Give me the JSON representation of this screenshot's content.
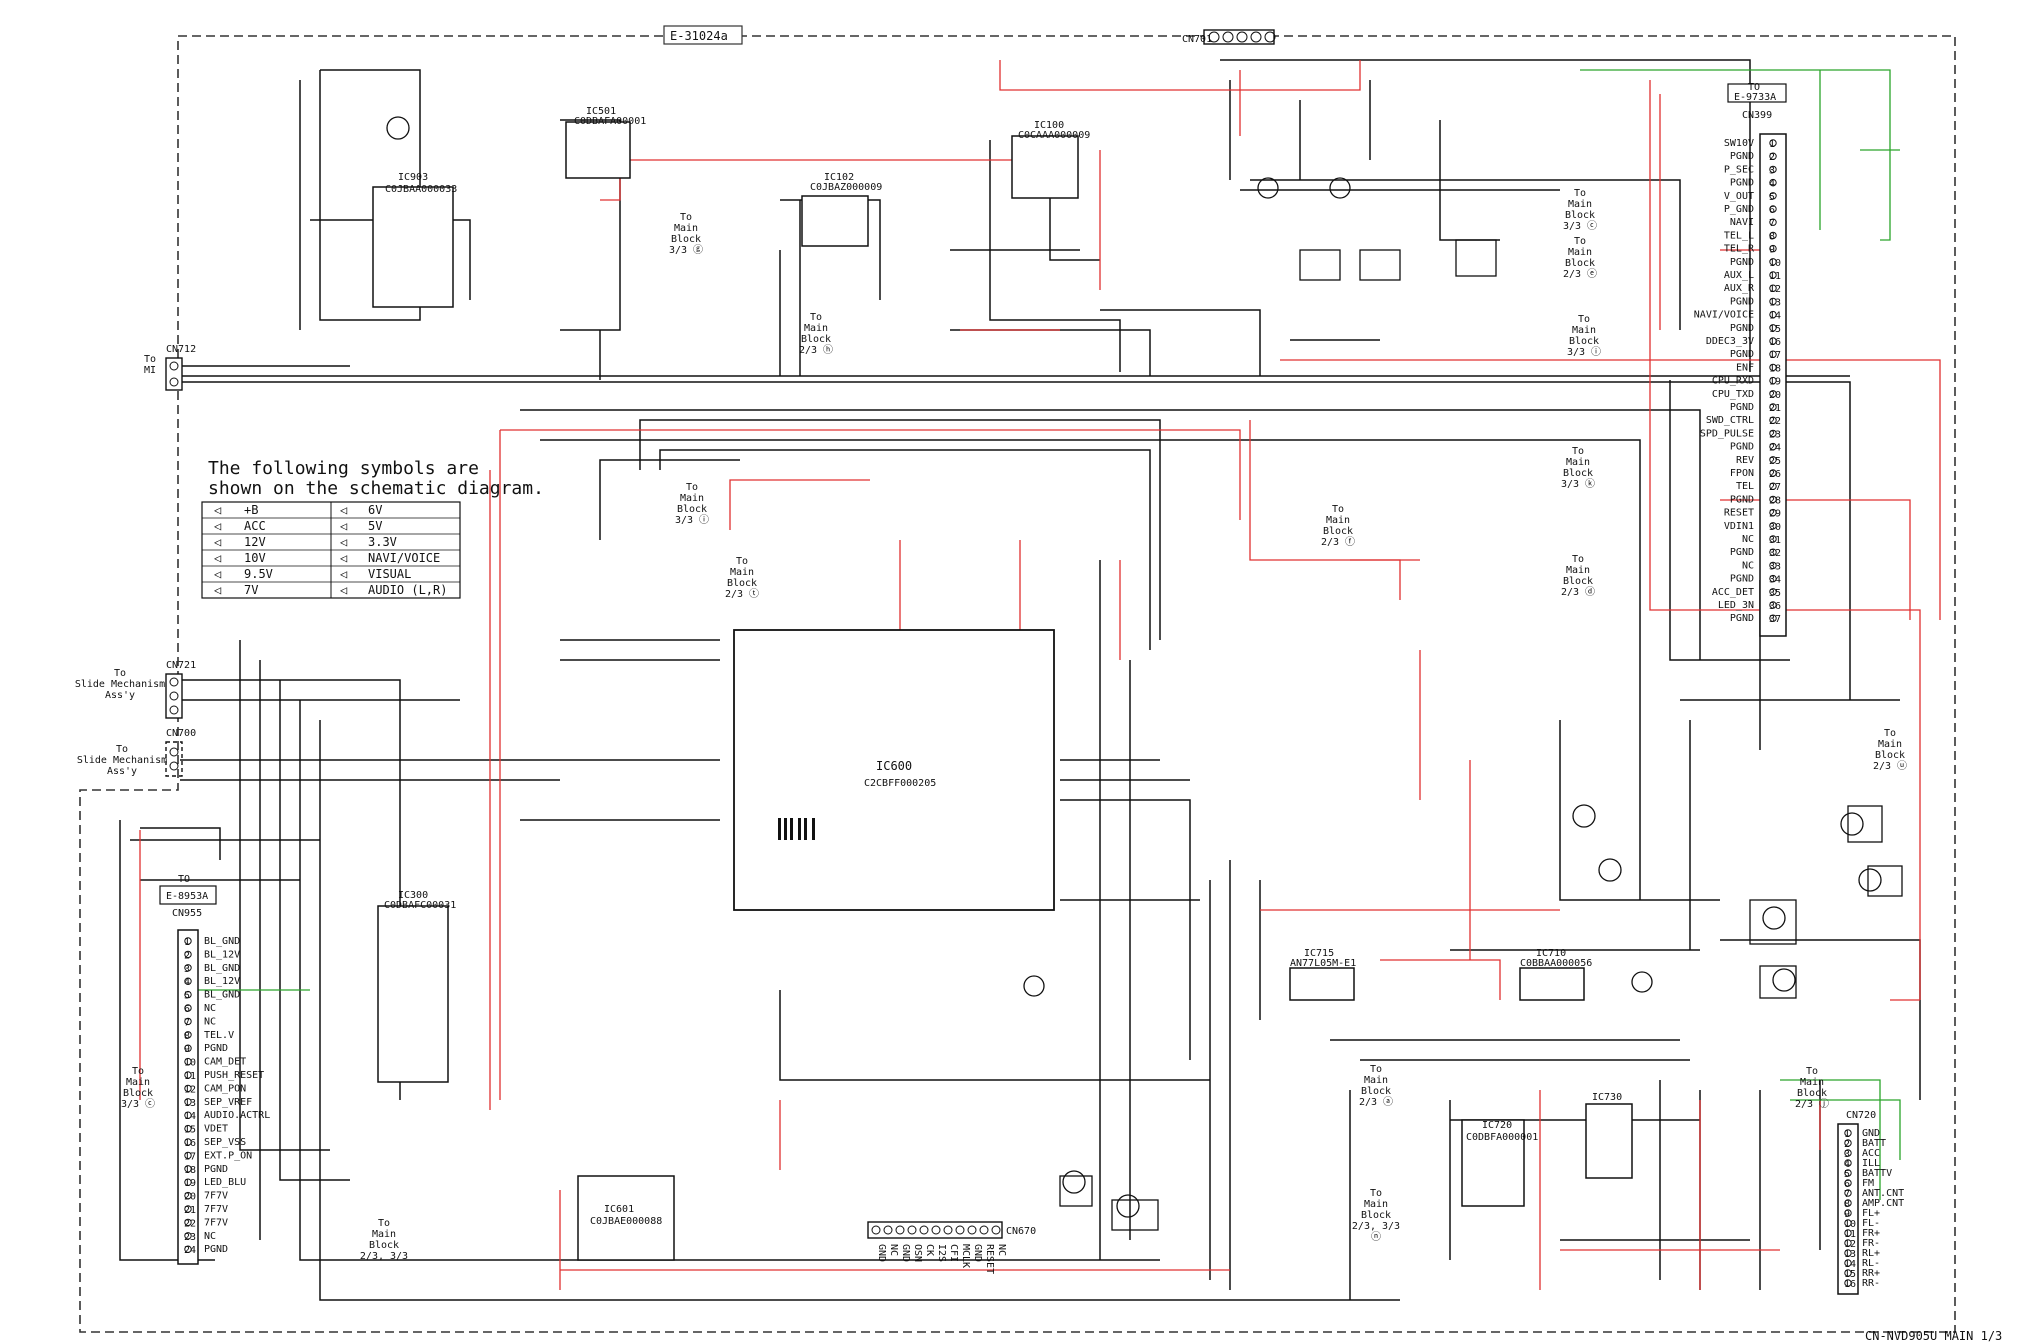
{
  "board_label": "E-31024a",
  "footer_label": "CN-NVD905U MAIN 1/3",
  "legend": {
    "heading_line1": "The following symbols are",
    "heading_line2": "shown on the schematic diagram.",
    "rows": [
      {
        "left": "+B",
        "right": "6V"
      },
      {
        "left": "ACC",
        "right": "5V"
      },
      {
        "left": "12V",
        "right": "3.3V"
      },
      {
        "left": "10V",
        "right": "NAVI/VOICE"
      },
      {
        "left": "9.5V",
        "right": "VISUAL"
      },
      {
        "left": "7V",
        "right": "AUDIO  (L,R)"
      }
    ]
  },
  "blocks": {
    "top_conn": "CN701",
    "ic_top_left": "IC903",
    "ic_top_left_part": "C0JBAA000033",
    "ic_a": "IC501",
    "ic_a_part": "C0DBAFA00001",
    "ic_b": "IC102",
    "ic_b_part": "C0JBAZ000009",
    "ic_c": "IC100",
    "ic_c_part": "C0CAAA000009",
    "ic_main": "IC600",
    "ic_main_part": "C2CBFF000205",
    "ic_lower": "IC300",
    "ic_lower_part": "C0DBAFC00031",
    "ic_bottom": "IC601",
    "ic_bottom_part": "C0JBAE000088",
    "ic_715": "IC715",
    "ic_715_part": "AN77L05M-E1",
    "ic_710": "IC710",
    "ic_710_part": "C0BBAA000056",
    "ic_720": "IC720",
    "ic_720_part": "C0DBFA000001",
    "ic_730": "IC730",
    "right_conn": "CN399",
    "right_conn_to": "TO",
    "right_conn_board": "E-9733A",
    "left_conn": "CN955",
    "left_conn_to": "TO",
    "left_conn_board": "E-8953A",
    "bottom_conn": "CN670",
    "right_bottom_conn": "CN720",
    "conn_mi": "CN712",
    "conn_slide1": "CN721",
    "conn_slide2": "CN700"
  },
  "callouts": [
    {
      "text_lines": [
        "To",
        "MI"
      ]
    },
    {
      "text_lines": [
        "To",
        "Slide Mechanism",
        "Ass'y"
      ]
    },
    {
      "text_lines": [
        "To",
        "Slide Mechanism",
        "Ass'y"
      ]
    },
    {
      "text_lines": [
        "To",
        "Main",
        "Block",
        "3/3 ⓖ"
      ]
    },
    {
      "text_lines": [
        "To",
        "Main",
        "Block",
        "2/3 ⓗ"
      ]
    },
    {
      "text_lines": [
        "To",
        "Main",
        "Block",
        "3/3 ⓘ"
      ]
    },
    {
      "text_lines": [
        "To",
        "Main",
        "Block",
        "2/3 ⓣ"
      ]
    },
    {
      "text_lines": [
        "To",
        "Main",
        "Block",
        "3/3 ⓒ"
      ]
    },
    {
      "text_lines": [
        "To",
        "Main",
        "Block",
        "2/3 ⓔ"
      ]
    },
    {
      "text_lines": [
        "To",
        "Main",
        "Block",
        "3/3 ⓘ"
      ]
    },
    {
      "text_lines": [
        "To",
        "Main",
        "Block",
        "3/3 ⓚ"
      ]
    },
    {
      "text_lines": [
        "To",
        "Main",
        "Block",
        "2/3 ⓓ"
      ]
    },
    {
      "text_lines": [
        "To",
        "Main",
        "Block",
        "2/3 ⓕ"
      ]
    },
    {
      "text_lines": [
        "To",
        "Main",
        "Block",
        "2/3 ⓤ"
      ]
    },
    {
      "text_lines": [
        "To",
        "Main",
        "Block",
        "2/3 ⓐ"
      ]
    },
    {
      "text_lines": [
        "To",
        "Main",
        "Block",
        "2/3, 3/3",
        "ⓝ"
      ]
    },
    {
      "text_lines": [
        "To",
        "Main",
        "Block",
        "3/3 ⓒ"
      ]
    },
    {
      "text_lines": [
        "To",
        "Main",
        "Block",
        "2/3 ⓙ"
      ]
    },
    {
      "text_lines": [
        "To",
        "Main",
        "Block",
        "2/3, 3/3"
      ]
    }
  ],
  "left_pins": [
    "BL_GND",
    "BL_12V",
    "BL_GND",
    "BL_12V",
    "BL_GND",
    "NC",
    "NC",
    "TEL.V",
    "PGND",
    "CAM_DET",
    "PUSH_RESET",
    "CAM_PON",
    "SEP_VREF",
    "AUDIO.ACTRL",
    "VDET",
    "SEP_VSS",
    "EXT.P_ON",
    "PGND",
    "LED_BLU",
    "7F7V",
    "7F7V",
    "7F7V",
    "NC",
    "PGND"
  ],
  "right_pins": [
    "SW10V",
    "PGND",
    "P_SEC",
    "PGND",
    "V_OUT",
    "P_GND",
    "NAVI",
    "TEL_L",
    "TEL_R",
    "PGND",
    "AUX_L",
    "AUX_R",
    "PGND",
    "NAVI/VOICE",
    "PGND",
    "DDEC3_3V",
    "PGND",
    "ENF",
    "CPU_RXD",
    "CPU_TXD",
    "PGND",
    "SWD_CTRL",
    "SPD_PULSE",
    "PGND",
    "REV",
    "FPON",
    "TEL",
    "PGND",
    "RESET",
    "VDIN1",
    "NC",
    "PGND",
    "NC",
    "PGND",
    "ACC_DET",
    "LED_3N",
    "PGND"
  ],
  "bottom_pins": [
    "GND",
    "NC",
    "GND",
    "OSN",
    "CK",
    "I2S",
    "CFI",
    "MCLK",
    "GND",
    "RESET",
    "NC"
  ],
  "cn720_pins": [
    "GND",
    "BATT",
    "ACC",
    "ILL",
    "BATTV",
    "FM",
    "ANT.CNT",
    "AMP.CNT",
    "FL+",
    "FL-",
    "FR+",
    "FR-",
    "RL+",
    "RL-",
    "RR+",
    "RR-"
  ]
}
